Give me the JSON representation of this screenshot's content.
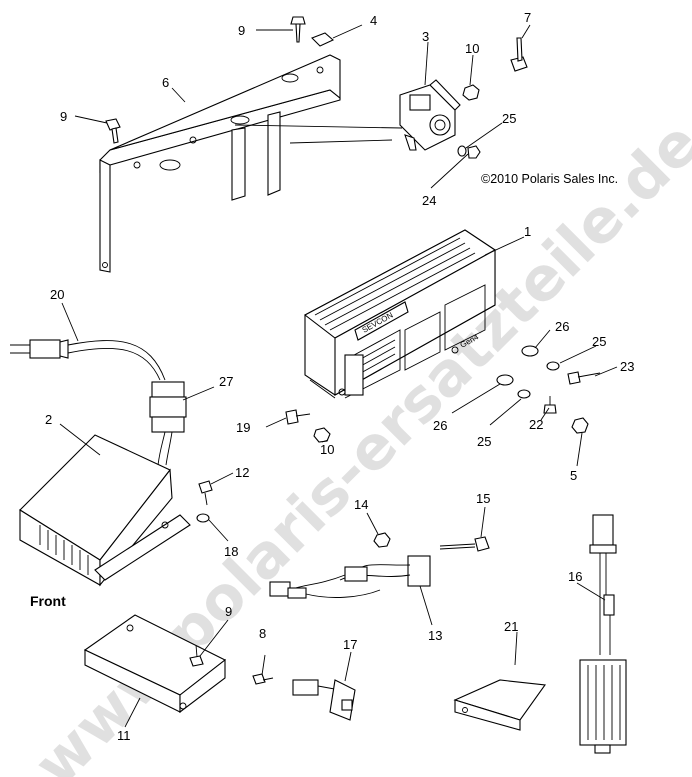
{
  "diagram": {
    "copyright": "©2010 Polaris Sales Inc.",
    "front_label": "Front",
    "watermark": "www.polaris-ersatzteile.de",
    "controller_brand": "SEVCON",
    "controller_marking": "Gen4",
    "callouts": [
      "1",
      "2",
      "3",
      "4",
      "5",
      "6",
      "7",
      "8",
      "9",
      "9",
      "9",
      "10",
      "10",
      "11",
      "12",
      "13",
      "14",
      "15",
      "16",
      "17",
      "18",
      "19",
      "20",
      "21",
      "22",
      "23",
      "24",
      "25",
      "25",
      "25",
      "26",
      "26",
      "27"
    ],
    "colors": {
      "line": "#000000",
      "watermark": "#c8c8c8",
      "background": "#ffffff"
    }
  }
}
